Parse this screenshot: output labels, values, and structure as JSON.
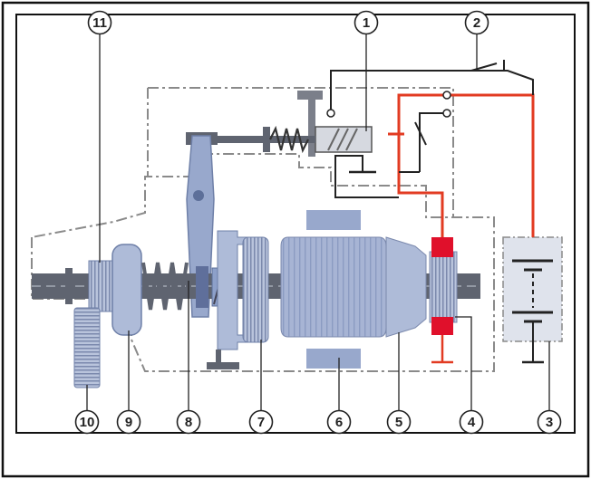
{
  "colors": {
    "frame": "#111111",
    "background": "#ffffff",
    "housing_dash": "#8a8a8a",
    "component_light": "#aebbd8",
    "component_mid": "#98a8cc",
    "component_dark": "#6f80a8",
    "shaft": "#5f6470",
    "wire_red": "#e23b22",
    "wire_black": "#222222",
    "brush_red": "#e0102b",
    "battery_box": "#dfe3ec"
  },
  "callouts": [
    {
      "id": "1",
      "label": "1",
      "part": "solenoid-switch"
    },
    {
      "id": "2",
      "label": "2",
      "part": "ignition-switch"
    },
    {
      "id": "3",
      "label": "3",
      "part": "battery"
    },
    {
      "id": "4",
      "label": "4",
      "part": "commutator"
    },
    {
      "id": "5",
      "label": "5",
      "part": "armature"
    },
    {
      "id": "6",
      "label": "6",
      "part": "field-pole"
    },
    {
      "id": "7",
      "label": "7",
      "part": "planetary-gear"
    },
    {
      "id": "8",
      "label": "8",
      "part": "engagement-lever"
    },
    {
      "id": "9",
      "label": "9",
      "part": "overrunning-clutch"
    },
    {
      "id": "10",
      "label": "10",
      "part": "ring-gear"
    },
    {
      "id": "11",
      "label": "11",
      "part": "pinion"
    }
  ]
}
